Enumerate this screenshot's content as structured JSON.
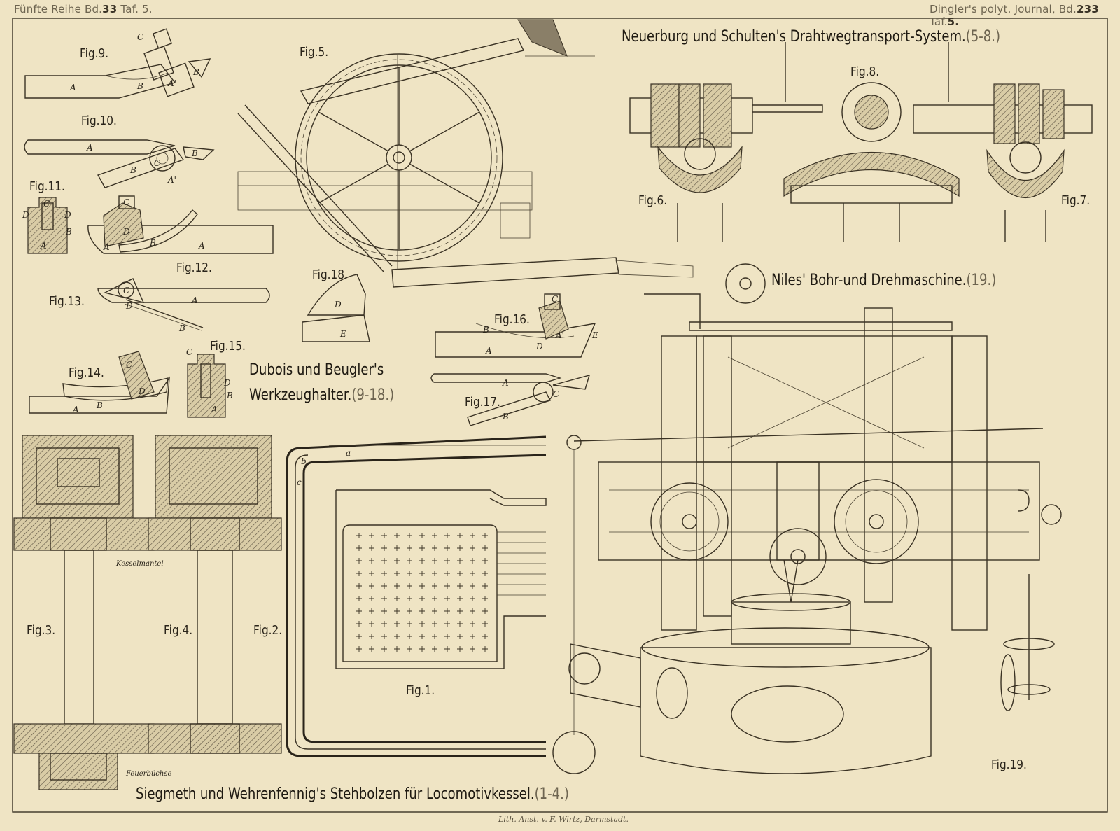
{
  "header": {
    "left_series": "Fünfte Reihe Bd.",
    "left_volume": "33",
    "left_plate_prefix": "Taf.",
    "left_plate": "5.",
    "right_journal": "Dingler's polyt. Journal, Bd.",
    "right_volume": "233",
    "right_plate_prefix": "Taf.",
    "right_plate": "5."
  },
  "titles": {
    "neuerburg": "Neuerburg und Schulten's Drahtwegtransport-System.",
    "neuerburg_range": "(5-8.)",
    "niles": "Niles' Bohr-und Drehmaschine.",
    "niles_range": "(19.)",
    "dubois_line1": "Dubois und Beugler's",
    "dubois_line2": "Werkzeughalter.",
    "dubois_range": "(9-18.)",
    "siegmeth": "Siegmeth und Wehrenfennig's Stehbolzen für Locomotivkessel.",
    "siegmeth_range": "(1-4.)"
  },
  "figures": {
    "f1": "Fig.1.",
    "f2": "Fig.2.",
    "f3": "Fig.3.",
    "f4": "Fig.4.",
    "f5": "Fig.5.",
    "f6": "Fig.6.",
    "f7": "Fig.7.",
    "f8": "Fig.8.",
    "f9": "Fig.9.",
    "f10": "Fig.10.",
    "f11": "Fig.11.",
    "f12": "Fig.12.",
    "f13": "Fig.13.",
    "f14": "Fig.14.",
    "f15": "Fig.15.",
    "f16": "Fig.16.",
    "f17": "Fig.17.",
    "f18": "Fig.18.",
    "f19": "Fig.19."
  },
  "part_labels": {
    "a": "A",
    "a_prime": "A'",
    "b": "B",
    "c": "C",
    "d": "D",
    "e": "E",
    "lower_a": "a",
    "lower_b": "b",
    "lower_c": "c"
  },
  "annotations": {
    "kesselmantel": "Kesselmantel",
    "feuerbuchse": "Feuerbüchse"
  },
  "imprint": "Lith. Anst. v. F. Wirtz, Darmstadt."
}
